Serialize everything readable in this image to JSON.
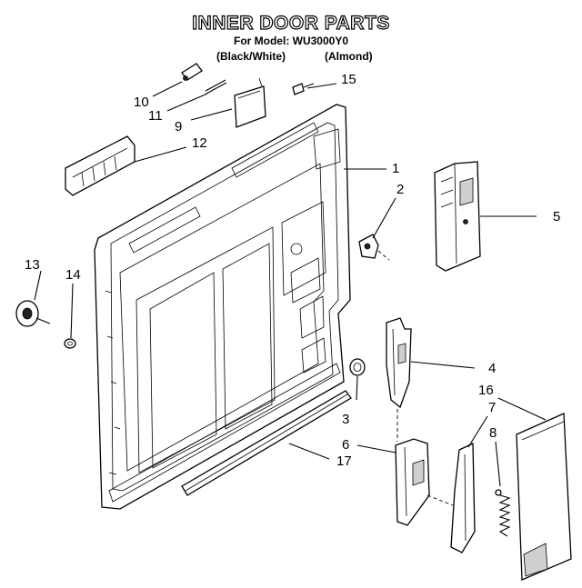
{
  "header": {
    "title": "INNER DOOR PARTS",
    "model_line": "For Model: WU3000Y0",
    "variant_1": "(Black/White)",
    "variant_2": "(Almond)"
  },
  "callouts": {
    "c1": "1",
    "c2": "2",
    "c3": "3",
    "c4": "4",
    "c5": "5",
    "c6": "6",
    "c7": "7",
    "c8": "8",
    "c9": "9",
    "c10": "10",
    "c11": "11",
    "c12": "12",
    "c13": "13",
    "c14": "14",
    "c15": "15",
    "c16": "16",
    "c17": "17"
  }
}
